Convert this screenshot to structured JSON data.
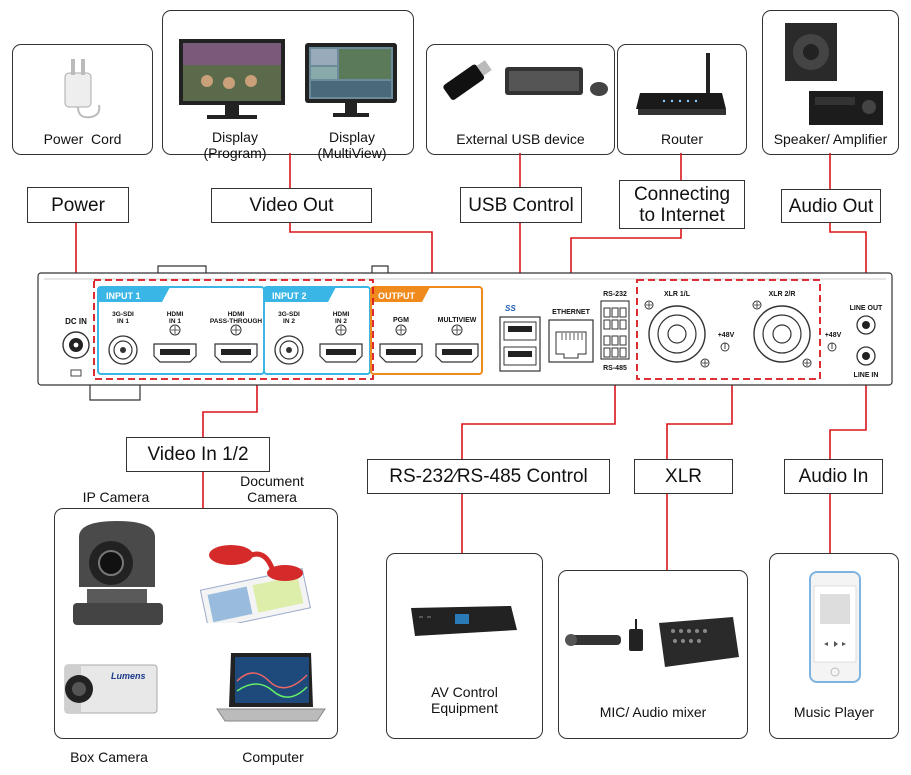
{
  "devices": {
    "power_cord": "Power  Cord",
    "display_program": "Display\n(Program)",
    "display_multiview": "Display\n(MultiView)",
    "usb_device": "External USB device",
    "router": "Router",
    "speaker": "Speaker/ Amplifier",
    "ip_camera": "IP Camera",
    "document_camera": "Document\nCamera",
    "box_camera": "Box  Camera",
    "computer": "Computer",
    "av_control": "AV Control\nEquipment",
    "mic_mixer": "MIC/ Audio mixer",
    "music_player": "Music Player"
  },
  "connections": {
    "power": "Power",
    "video_out": "Video Out",
    "usb_control": "USB Control",
    "internet": "Connecting\nto Internet",
    "audio_out": "Audio Out",
    "video_in": "Video In 1/2",
    "rs_control": "RS-232∕RS-485 Control",
    "xlr": "XLR",
    "audio_in": "Audio In"
  },
  "panel": {
    "dc_in": "DC IN",
    "input1": "INPUT 1",
    "input2": "INPUT 2",
    "output": "OUTPUT",
    "sdi_in1": [
      "3G-SDI",
      "IN 1"
    ],
    "hdmi_in1": [
      "HDMI",
      "IN 1"
    ],
    "hdmi_pass": [
      "HDMI",
      "PASS-THROUGH"
    ],
    "sdi_in2": [
      "3G-SDI",
      "IN 2"
    ],
    "hdmi_in2": [
      "HDMI",
      "IN 2"
    ],
    "pgm": "PGM",
    "multiview": "MULTIVIEW",
    "ethernet": "ETHERNET",
    "rs232": "RS-232",
    "rs485": "RS-485",
    "xlr1": "XLR 1/L",
    "xlr2": "XLR 2/R",
    "phantom1": "+48V",
    "phantom2": "+48V",
    "line_out": "LINE OUT",
    "line_in": "LINE IN",
    "usb_logo": "SS",
    "camera_brand": "Lumens"
  },
  "colors": {
    "wire": "#d9161c",
    "input_accent": "#39b6e6",
    "output_accent": "#f08a1c",
    "panel_stroke": "#333333"
  }
}
